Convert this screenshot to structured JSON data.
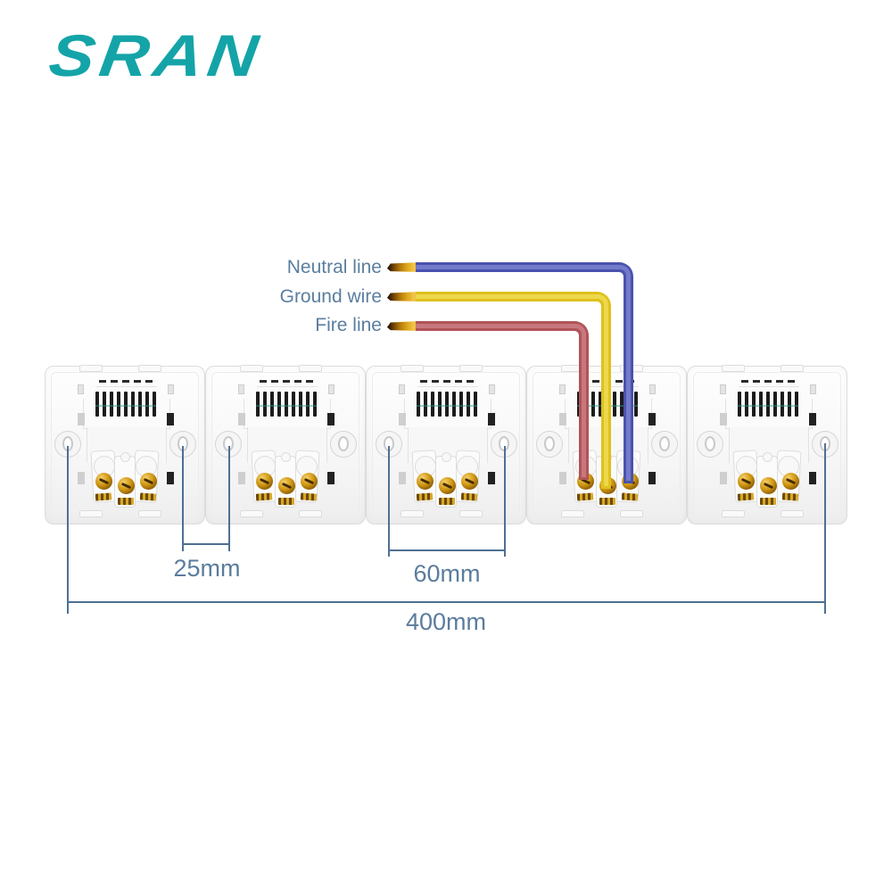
{
  "brand": {
    "logo_text": "SRAN",
    "logo_color": "#14a4a8"
  },
  "wires": [
    {
      "id": "neutral",
      "label": "Neutral line",
      "color": "#4a52ae",
      "highlight": "#7b81cf"
    },
    {
      "id": "ground",
      "label": "Ground wire",
      "color": "#dfc11c",
      "highlight": "#f0dd55"
    },
    {
      "id": "fire",
      "label": "Fire line",
      "color": "#b05459",
      "highlight": "#cd7f84"
    }
  ],
  "dimensions": {
    "hole_gap_between_sockets": "25mm",
    "hole_spacing_within_socket": "60mm",
    "total_width": "400mm"
  },
  "annotation_color": "#4e7093",
  "sockets": {
    "count": 5
  }
}
